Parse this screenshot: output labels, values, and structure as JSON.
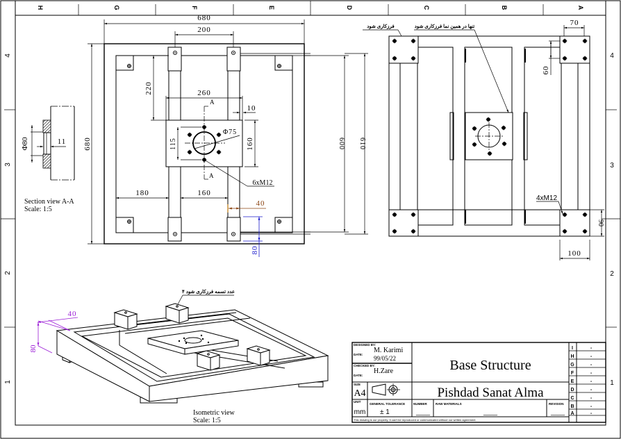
{
  "sheet": {
    "column_zones": [
      "H",
      "G",
      "F",
      "E",
      "D",
      "C",
      "B",
      "A"
    ],
    "row_zones": [
      "4",
      "3",
      "2",
      "1"
    ]
  },
  "front_view": {
    "dims": {
      "overall_width": "680",
      "leg_spacing": "200",
      "overall_height": "680",
      "plate_offset": "220",
      "plate_width": "260",
      "plate_clearance": "10",
      "bore_diameter": "Φ75",
      "bolt_span": "115",
      "plate_height": "160",
      "bolt_callout": "6xM12",
      "left_gap": "180",
      "rail_gap": "160",
      "foot_width": "40",
      "foot_depth": "80",
      "inner_height": "600",
      "frame_height": "610"
    },
    "section_marker": "A"
  },
  "section_view": {
    "diameter": "Φ80",
    "thickness": "11",
    "title": "Section view A-A",
    "scale": "Scale:  1:5"
  },
  "top_view": {
    "note_weld": "فرزکاری شود",
    "note_face": "تنها در همین نما فرزکاری شود",
    "dim_pad_width": "70",
    "dim_pad_offset": "60",
    "bolt_callout": "4xM12",
    "dim_pad_height": "90",
    "dim_pad_length": "100"
  },
  "isometric_view": {
    "note": "۴ عدد تسمه فرزکاری شود",
    "dim_40": "40",
    "dim_80": "80",
    "title": "Isometric view",
    "scale": "Scale:  1:5"
  },
  "title_block": {
    "designed_by_label": "DESIGNED BY:",
    "designed_by": "M. Karimi",
    "date_label": "DATE:",
    "design_date": "99/05/22",
    "checked_by_label": "CHECKED BY:",
    "checked_by": "H.Zare",
    "checked_date_label": "DATE:",
    "title": "Base Structure",
    "company": "Pishdad Sanat Alma",
    "size_label": "SIZE",
    "size": "A4",
    "unit_label": "UNIT",
    "unit": "mm",
    "tolerance_label": "GENERAL TOLERANCE",
    "tolerance": "± 1",
    "number_label": "NUMBER",
    "number_value": "____",
    "raw_materials_label": "RAW MATERIALS",
    "raw_materials_value": "____",
    "revision_label": "REVISION",
    "revision_value": "____",
    "disclaimer": "This drawing is our property; it can't be reproduced or communicated without our written agreement.",
    "revisions": [
      {
        "letter": "I",
        "value": "-"
      },
      {
        "letter": "H",
        "value": "-"
      },
      {
        "letter": "G",
        "value": "-"
      },
      {
        "letter": "F",
        "value": "-"
      },
      {
        "letter": "E",
        "value": "-"
      },
      {
        "letter": "D",
        "value": "-"
      },
      {
        "letter": "C",
        "value": "-"
      },
      {
        "letter": "B",
        "value": "-"
      },
      {
        "letter": "A",
        "value": "-"
      }
    ]
  },
  "colors": {
    "dim_brown": "#8B4513",
    "dim_blue": "#1a1acc",
    "dim_purple": "#9b1ed6"
  }
}
